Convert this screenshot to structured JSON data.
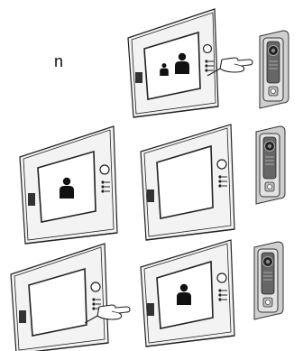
{
  "caption": "n",
  "scene": {
    "monitors": [
      {
        "id": "m1",
        "screen": "two-persons",
        "pointer": "hand-pointing"
      },
      {
        "id": "m2",
        "screen": "one-person",
        "pointer": "none"
      },
      {
        "id": "m3",
        "screen": "blank",
        "pointer": "none"
      },
      {
        "id": "m4",
        "screen": "blank",
        "pointer": "hand-pointing"
      },
      {
        "id": "m5",
        "screen": "one-person",
        "pointer": "none"
      }
    ],
    "doorbells": [
      "camera-doorbell",
      "camera-doorbell",
      "camera-doorbell"
    ]
  }
}
